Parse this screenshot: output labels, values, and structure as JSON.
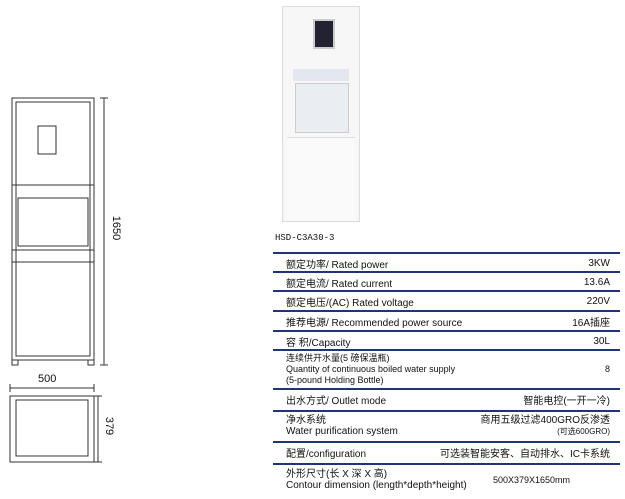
{
  "model": "HSD-C3A30-3",
  "drawing": {
    "height": "1650",
    "width": "500",
    "depth": "379"
  },
  "specs": [
    {
      "label": "额定功率/ Rated power",
      "value": "3KW"
    },
    {
      "label": "额定电流/ Rated current",
      "value": "13.6A"
    },
    {
      "label": "额定电压/(AC) Rated voltage",
      "value": "220V"
    },
    {
      "label": "推荐电源/ Recommended power source",
      "value": "16A插座"
    },
    {
      "label": "容 积/Capacity",
      "value": "30L"
    },
    {
      "label": "连续供开水量(5 磅保温瓶)",
      "label2": "Quantity of continuous boiled water supply",
      "label3": "(5-pound Holding Bottle)",
      "value": "8"
    },
    {
      "label": "出水方式/ Outlet mode",
      "value": "智能电控(一开一冷)"
    },
    {
      "label": "净水系统",
      "label2": "Water purification system",
      "value": "商用五级过滤400GRO反渗透",
      "value2": "(可选600GRO)"
    },
    {
      "label": "配置/configuration",
      "value": "可选装智能安客、自动排水、IC卡系统"
    },
    {
      "label": "外形尺寸(长 X 深 X 高)",
      "label2": "Contour dimension (length*depth*height)",
      "value": "500X379X1650mm"
    }
  ]
}
